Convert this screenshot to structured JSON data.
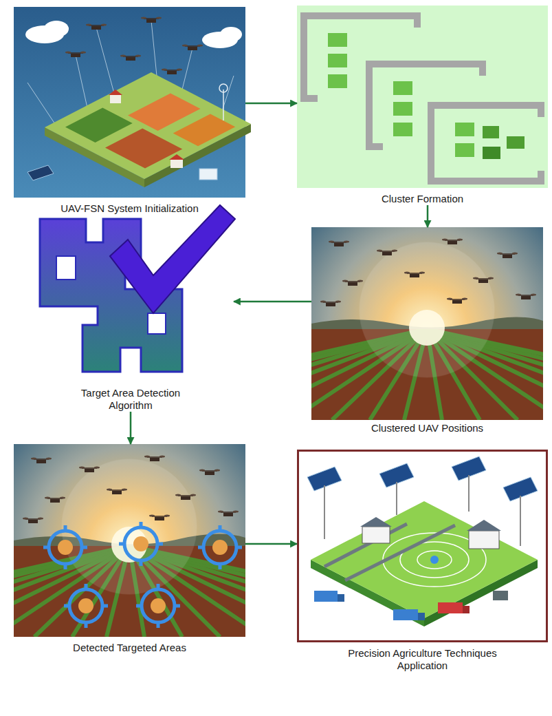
{
  "diagram": {
    "nodes": [
      {
        "text": [
          "UAV-FSN System Initialization"
        ]
      },
      {
        "text": [
          "Cluster Formation"
        ]
      },
      {
        "text": [
          "Clustered UAV Positions"
        ]
      },
      {
        "text": [
          "Target Area Detection Algorithm"
        ]
      },
      {
        "text": [
          "Detected Targeted Areas"
        ]
      },
      {
        "text": [
          "Precision Agriculture Techniques Application"
        ]
      }
    ],
    "edges": [
      {
        "from": 0,
        "to": 1,
        "arrow": "to"
      },
      {
        "from": 1,
        "to": 2,
        "arrow": "to"
      },
      {
        "from": 2,
        "to": 3,
        "arrow": "to"
      },
      {
        "from": 3,
        "to": 4,
        "arrow": "to"
      },
      {
        "from": 4,
        "to": 5,
        "arrow": "to"
      }
    ]
  }
}
